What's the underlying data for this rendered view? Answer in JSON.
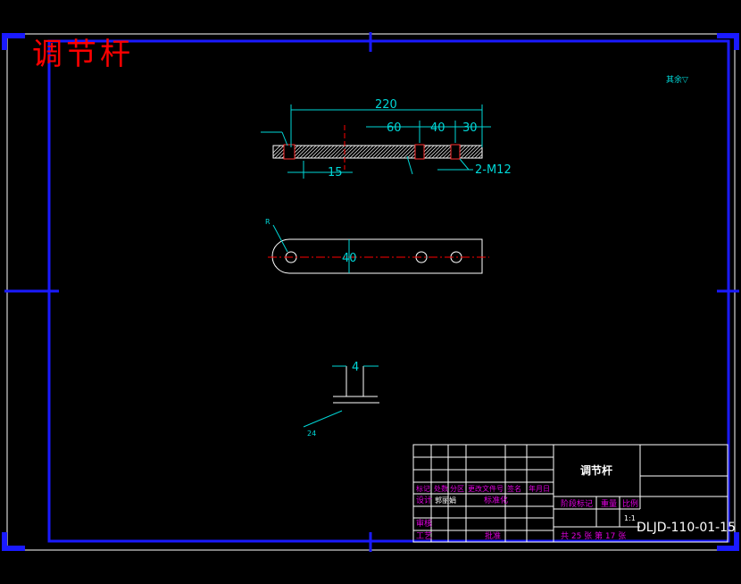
{
  "title": "调节杆",
  "surface_symbol": "其余▽",
  "dimensions": {
    "overall_length": "220",
    "spacing_60": "60",
    "spacing_40": "40",
    "spacing_30": "30",
    "offset_15": "15",
    "thread": "2-M12",
    "width_40": "40",
    "radius": "R",
    "thickness": "4",
    "section_label": "24"
  },
  "title_block": {
    "part_name": "调节杆",
    "row1": [
      "标记",
      "处数",
      "分区",
      "更改文件号",
      "签名",
      "年月日"
    ],
    "design_label": "设计",
    "designer": "郭丽娟",
    "standardization": "标准化",
    "stage_mark": "阶段标记",
    "weight": "重量",
    "scale": "比例",
    "scale_value": "1:1",
    "review": "审核",
    "process": "工艺",
    "approve": "批准",
    "sheets": "共 25 张  第 17 张",
    "drawing_number": "DLJD-110-01-15"
  },
  "colors": {
    "border": "#1a1aff",
    "frame": "#ffffff",
    "title": "#ff0000",
    "dimension": "#00d7d7",
    "centerline": "#ff0000",
    "hatch": "#ffffff",
    "label": "#e000e0"
  }
}
